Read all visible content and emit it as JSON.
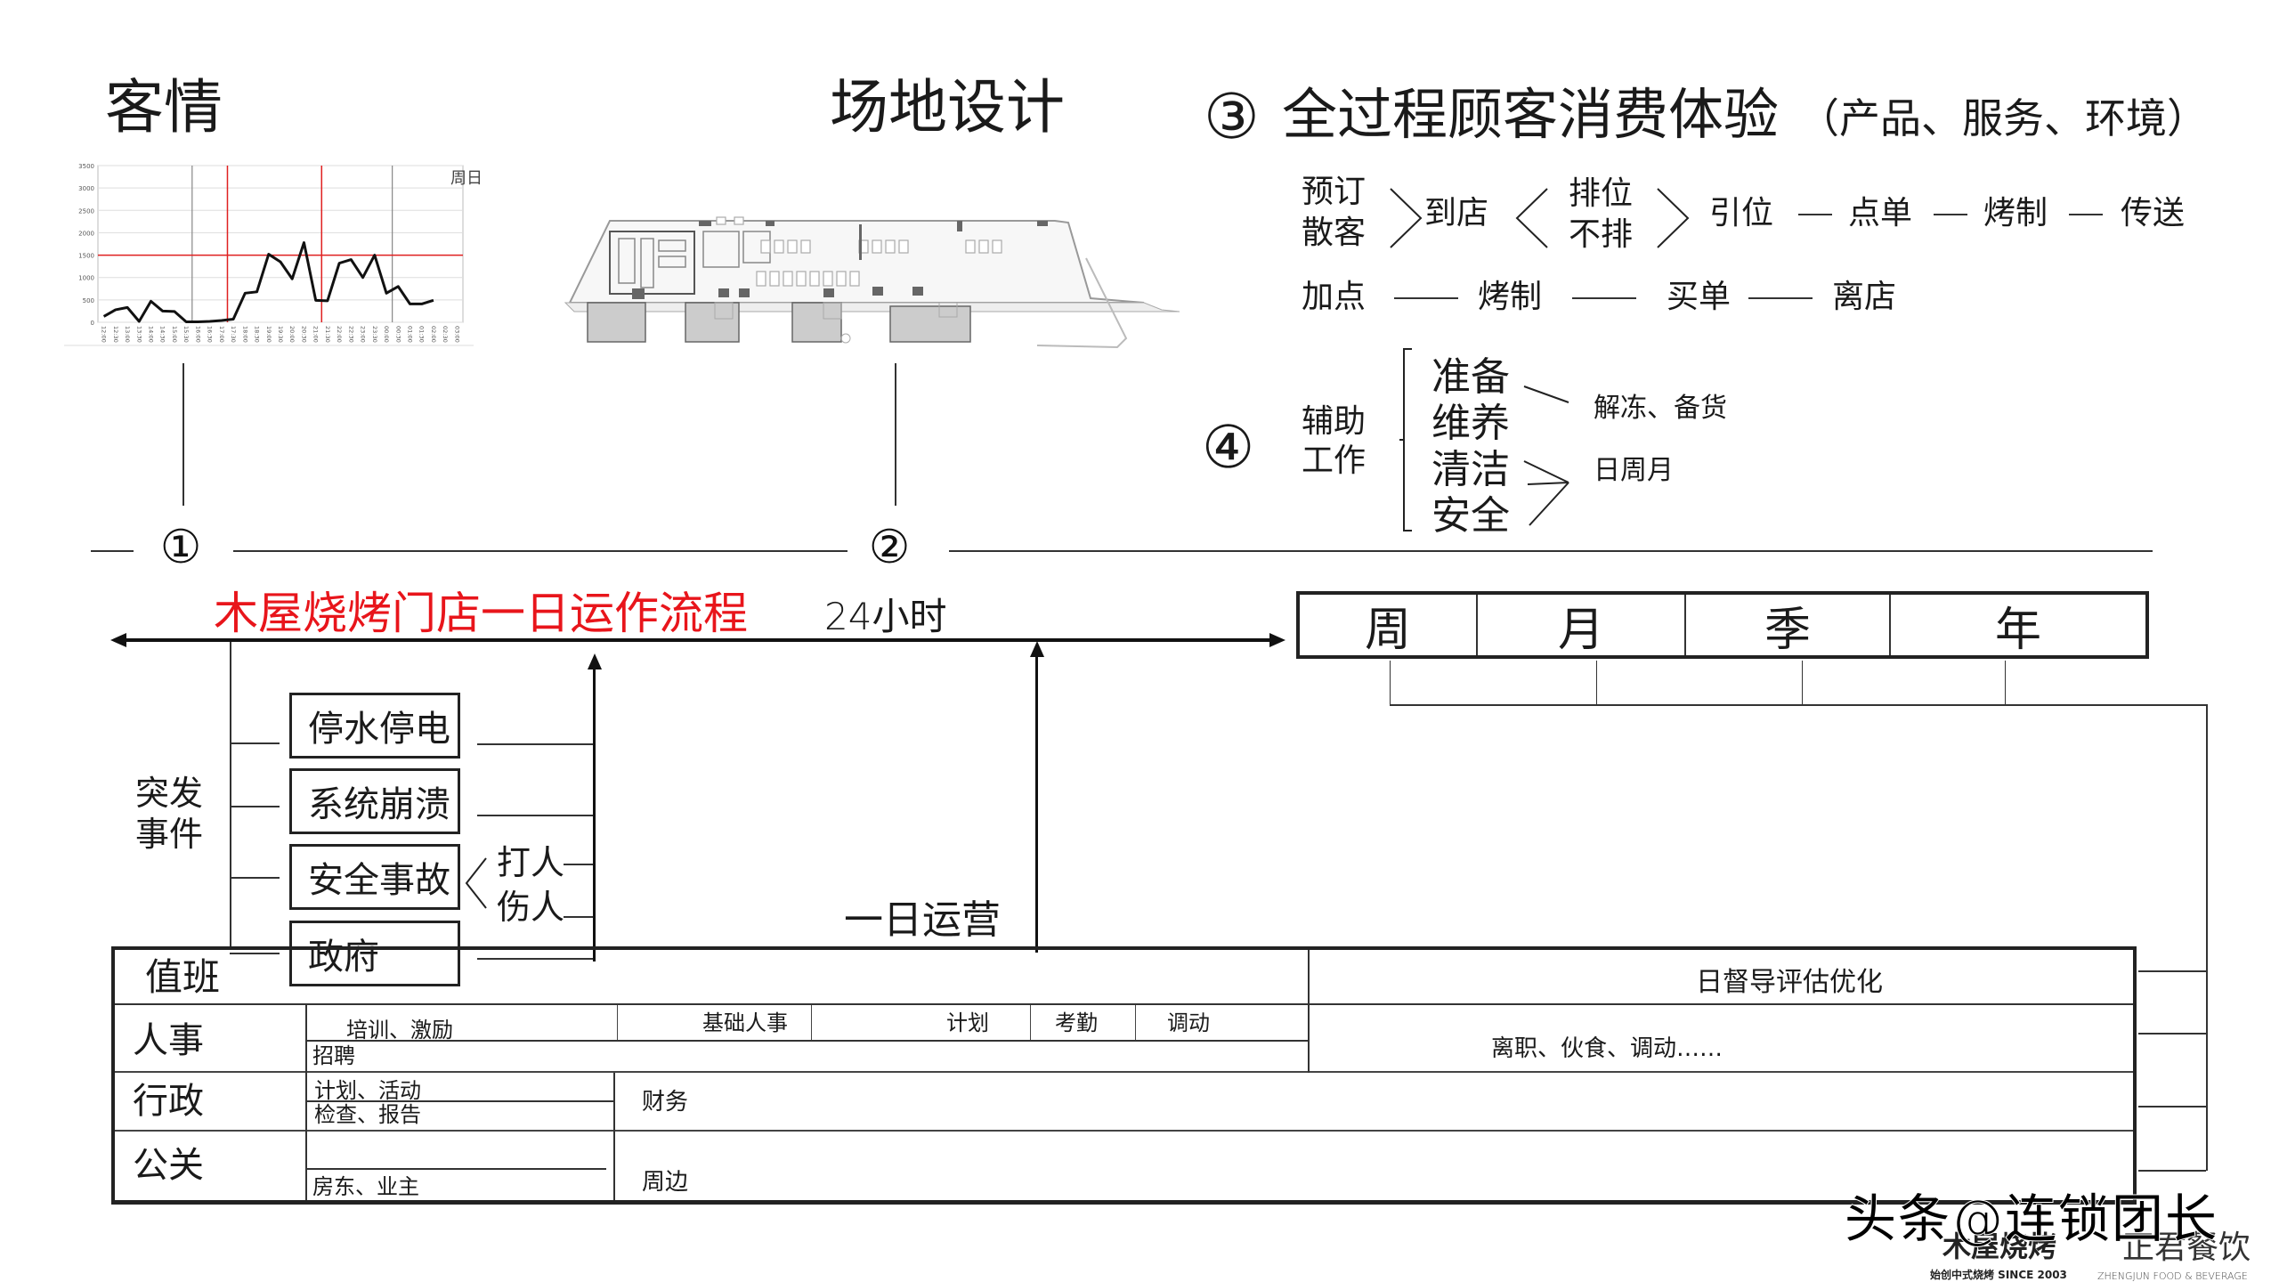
{
  "sections": {
    "s1": {
      "number": "①",
      "title": "客情"
    },
    "s2": {
      "number": "②",
      "title": "场地设计",
      "image": "floor-plan"
    },
    "s3": {
      "number": "③",
      "title": "全过程顾客消费体验",
      "subtitle": "（产品、服务、环境）",
      "flow_row1": {
        "entry": [
          "预订",
          "散客"
        ],
        "arrive": "到店",
        "queue": [
          "排位",
          "不排"
        ],
        "steps": [
          "引位",
          "点单",
          "烤制",
          "传送"
        ]
      },
      "flow_row2": [
        "加点",
        "烤制",
        "买单",
        "离店"
      ]
    },
    "s4": {
      "number": "④",
      "title": [
        "辅助",
        "工作"
      ],
      "items": [
        "准备",
        "维养",
        "清洁",
        "安全"
      ],
      "notes": [
        "解冻、备货",
        "日周月"
      ]
    }
  },
  "chart_data": {
    "type": "line",
    "title": "",
    "legend_label": "周日",
    "xlabel": "",
    "ylabel": "",
    "ylim": [
      0,
      3500
    ],
    "yticks": [
      0,
      500,
      1000,
      1500,
      2000,
      2500,
      3000,
      3500
    ],
    "categories": [
      "12:00",
      "12:30",
      "13:00",
      "13:30",
      "14:00",
      "14:30",
      "15:00",
      "15:30",
      "16:00",
      "16:30",
      "17:00",
      "17:30",
      "18:00",
      "18:30",
      "19:00",
      "19:30",
      "20:00",
      "20:30",
      "21:00",
      "21:30",
      "22:00",
      "22:30",
      "23:00",
      "23:30",
      "00:00",
      "00:30",
      "01:00",
      "01:30",
      "02:00",
      "02:30",
      "03:00"
    ],
    "series": [
      {
        "name": "周日",
        "values": [
          130,
          280,
          330,
          20,
          470,
          250,
          240,
          10,
          10,
          20,
          40,
          70,
          650,
          680,
          1520,
          1350,
          970,
          1780,
          490,
          480,
          1320,
          1400,
          1000,
          1500,
          650,
          800,
          410,
          410,
          490,
          null,
          null
        ]
      }
    ],
    "reference_lines": {
      "horizontal": [
        1500
      ],
      "vertical_red": [
        "17:30",
        "21:30"
      ],
      "vertical_gray": [
        "16:00",
        "00:30"
      ]
    },
    "grid": true
  },
  "timeline": {
    "title": "木屋烧烤门店一日运作流程",
    "duration": "24小时",
    "daily_ops_label": "一日运营",
    "title_color": "#e8151b"
  },
  "emergencies": {
    "label": [
      "突发",
      "事件"
    ],
    "items": [
      "停水停电",
      "系统崩溃",
      "安全事故",
      "政府"
    ],
    "sub_items": [
      "打人",
      "伤人"
    ]
  },
  "periods": [
    "周",
    "月",
    "季",
    "年"
  ],
  "table": {
    "duty": "值班",
    "supervision": "日督导评估优化",
    "rows": {
      "hr": {
        "label": "人事",
        "top_cells": [
          "培训、激励",
          "基础人事",
          "计划",
          "考勤",
          "调动"
        ],
        "bottom": "招聘",
        "right": "离职、伙食、调动……"
      },
      "admin": {
        "label": "行政",
        "left_top": "计划、活动",
        "left_bottom": "检查、报告",
        "right": "财务"
      },
      "pr": {
        "label": "公关",
        "left_bottom": "房东、业主",
        "right": "周边"
      }
    }
  },
  "footer": {
    "watermark": "头条@连锁团长",
    "brand1": "木屋烧烤",
    "brand1_tagline": "始创中式烧烤 SINCE 2003",
    "brand2": "正君餐饮",
    "brand2_tagline": "ZHENGJUN  FOOD & BEVERAGE"
  }
}
